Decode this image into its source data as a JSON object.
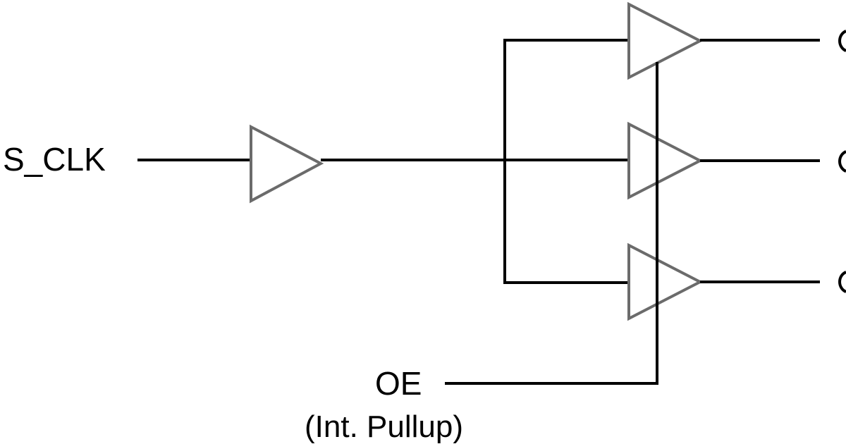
{
  "labels": {
    "input_clock": "S_CLK",
    "output_enable": "OE",
    "output_enable_note": "(Int. Pullup)"
  },
  "colors": {
    "wire": "#000000",
    "buffer_outline": "#6b6b6b",
    "background": "#ffffff"
  }
}
